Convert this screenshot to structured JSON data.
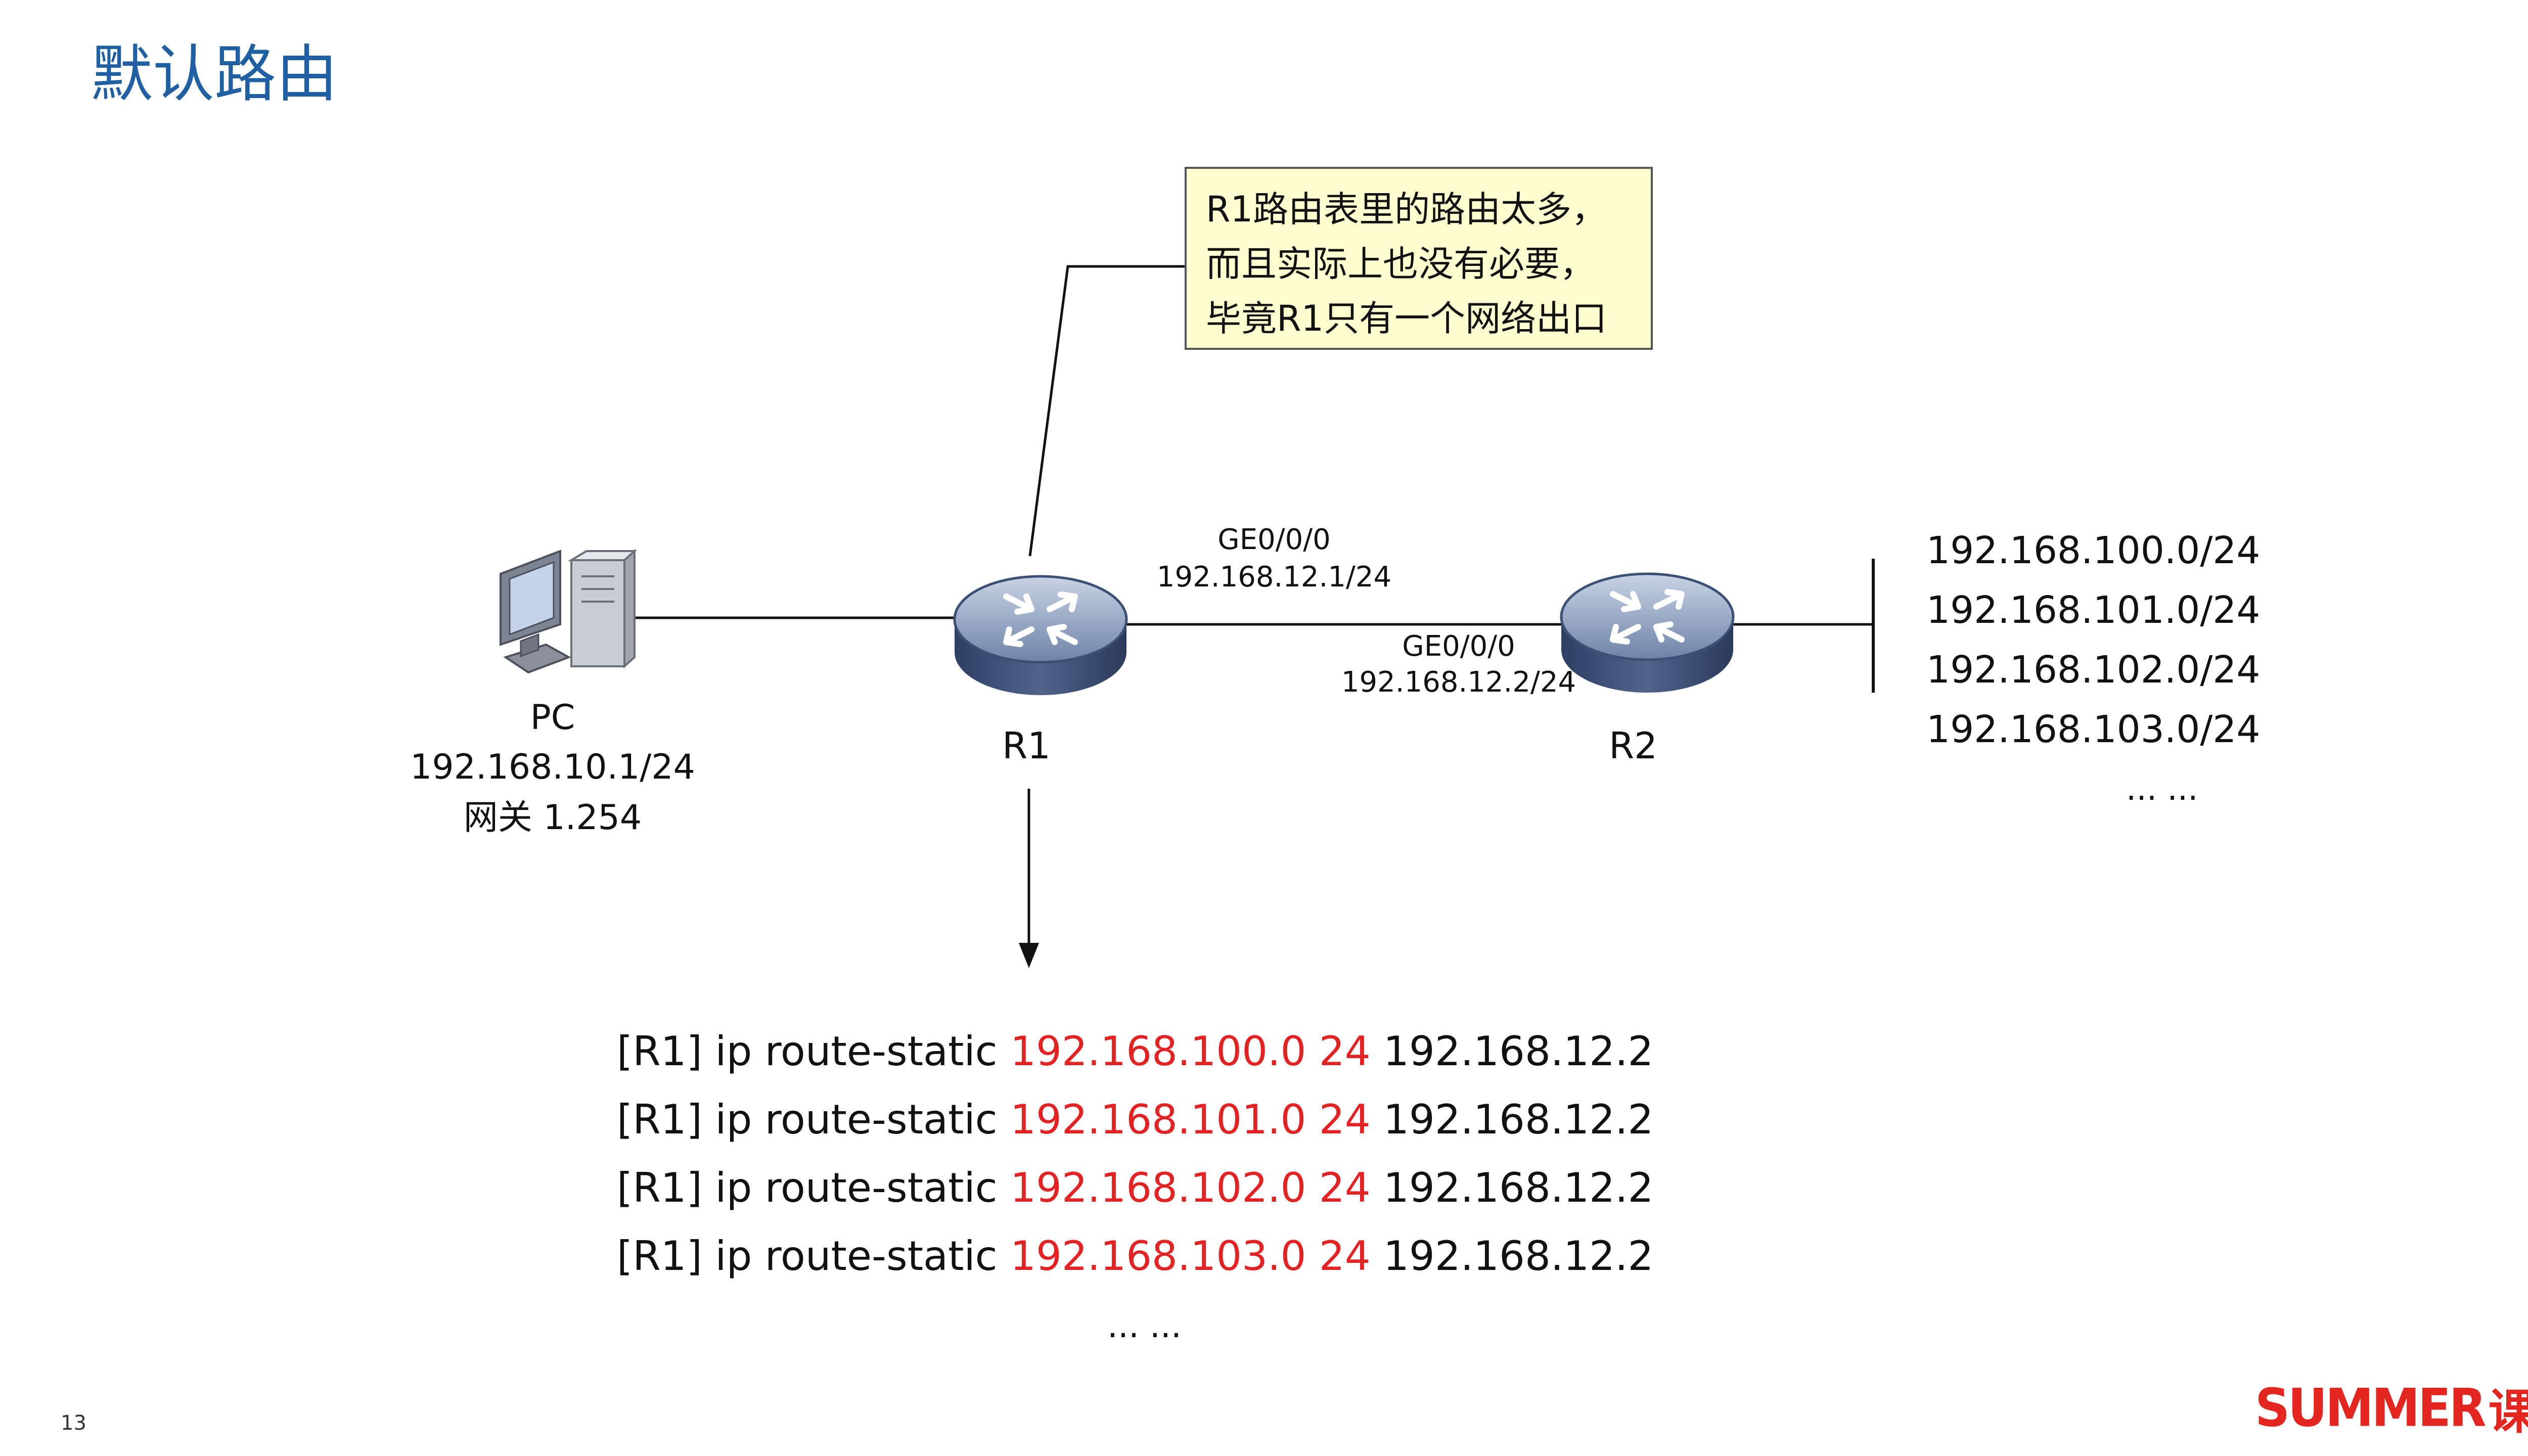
{
  "title": "默认路由",
  "callout": {
    "lines": [
      "R1路由表里的路由太多，",
      "而且实际上也没有必要，",
      "毕竟R1只有一个网络出口"
    ]
  },
  "pc": {
    "name": "PC",
    "ip": "192.168.10.1/24",
    "gateway": "网关 1.254"
  },
  "routers": {
    "r1": {
      "name": "R1",
      "iface": "GE0/0/0",
      "ip": "192.168.12.1/24"
    },
    "r2": {
      "name": "R2",
      "iface": "GE0/0/0",
      "ip": "192.168.12.2/24"
    }
  },
  "networks": [
    "192.168.100.0/24",
    "192.168.101.0/24",
    "192.168.102.0/24",
    "192.168.103.0/24",
    "... ..."
  ],
  "commands": [
    {
      "prefix": "[R1] ip route-static ",
      "dest": "192.168.100.0 24",
      "nexthop": " 192.168.12.2"
    },
    {
      "prefix": "[R1] ip route-static ",
      "dest": "192.168.101.0 24",
      "nexthop": " 192.168.12.2"
    },
    {
      "prefix": "[R1] ip route-static ",
      "dest": "192.168.102.0 24",
      "nexthop": " 192.168.12.2"
    },
    {
      "prefix": "[R1] ip route-static ",
      "dest": "192.168.103.0 24",
      "nexthop": " 192.168.12.2"
    }
  ],
  "commands_more": "... ...",
  "page_number": "13",
  "brand": {
    "latin": "SUMMER",
    "cjk": "课堂"
  },
  "colors": {
    "title": "#1f5fa2",
    "highlight": "#e32323",
    "brand": "#e3261f",
    "callout_bg": "#fffed0"
  }
}
